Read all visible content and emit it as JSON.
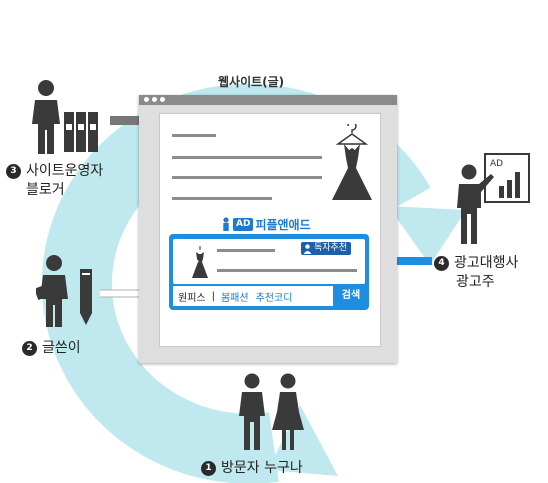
{
  "website_title": "웹사이트(글)",
  "brand": {
    "ad_tag": "AD",
    "name": "피플앤애드"
  },
  "ad": {
    "badge": "독자추천",
    "keywords": [
      "원피스",
      "|",
      "봄패션",
      "추천코디"
    ],
    "search_label": "검색"
  },
  "actors": [
    {
      "number": "1",
      "line1": "방문자 누구나"
    },
    {
      "number": "2",
      "line1": "글쓴이"
    },
    {
      "number": "3",
      "line1": "사이트운영자",
      "line2": "블로거"
    },
    {
      "number": "4",
      "line1": "광고대행사",
      "line2": "광고주"
    }
  ],
  "chart_sign": "AD",
  "colors": {
    "cycle": "#bfe9ee",
    "figure": "#3a3a3a",
    "ad_blue": "#1e8fe0",
    "brand_blue": "#1b7bd0",
    "badge_blue": "#1d5fa8",
    "connector": "#777777"
  }
}
